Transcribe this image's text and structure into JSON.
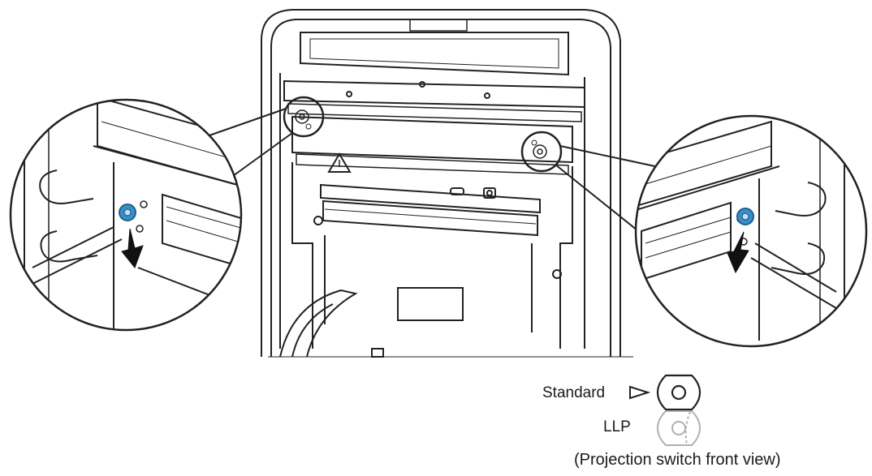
{
  "legend": {
    "standard_label": "Standard",
    "llp_label": "LLP",
    "caption": "(Projection switch front view)"
  },
  "colors": {
    "line": "#222222",
    "faint": "#9a9a9a",
    "accent": "#3a8fc7"
  },
  "icons": {
    "pointer": "hollow-triangle-pointer",
    "push_arrow": "down-arrow-icon"
  }
}
